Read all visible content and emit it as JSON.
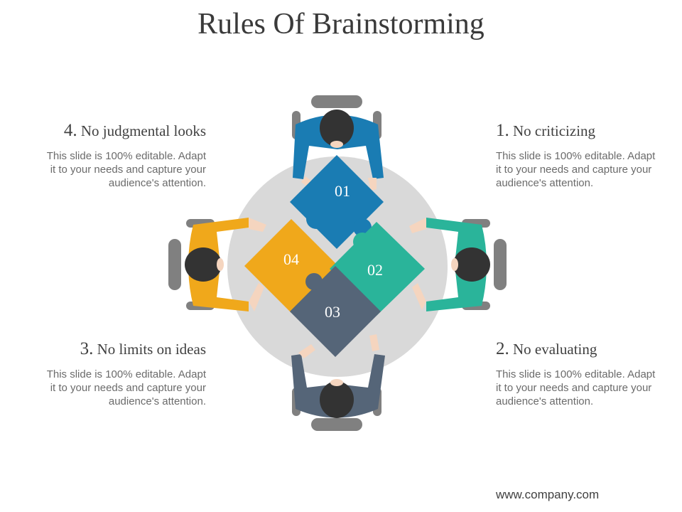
{
  "title": "Rules Of Brainstorming",
  "rules": [
    {
      "num": "1.",
      "label": "No criticizing",
      "desc": "This slide is 100% editable. Adapt it to your needs and capture your audience's attention."
    },
    {
      "num": "2.",
      "label": "No evaluating",
      "desc": "This slide is 100% editable. Adapt it to your needs and capture your audience's attention."
    },
    {
      "num": "3.",
      "label": "No limits on ideas",
      "desc": "This slide is 100% editable. Adapt it to your needs and capture your audience's attention."
    },
    {
      "num": "4.",
      "label": "No judgmental looks",
      "desc": "This slide is 100% editable. Adapt it to your needs and capture your audience's attention."
    }
  ],
  "pieces": [
    {
      "label": "01",
      "color": "#1a7cb3"
    },
    {
      "label": "02",
      "color": "#2ab49a"
    },
    {
      "label": "03",
      "color": "#556578"
    },
    {
      "label": "04",
      "color": "#f0a81b"
    }
  ],
  "table_color": "#d9d9d9",
  "chair_color": "#808080",
  "skin_color": "#f5d5bf",
  "hair_color": "#333333",
  "footer": "www.company.com"
}
